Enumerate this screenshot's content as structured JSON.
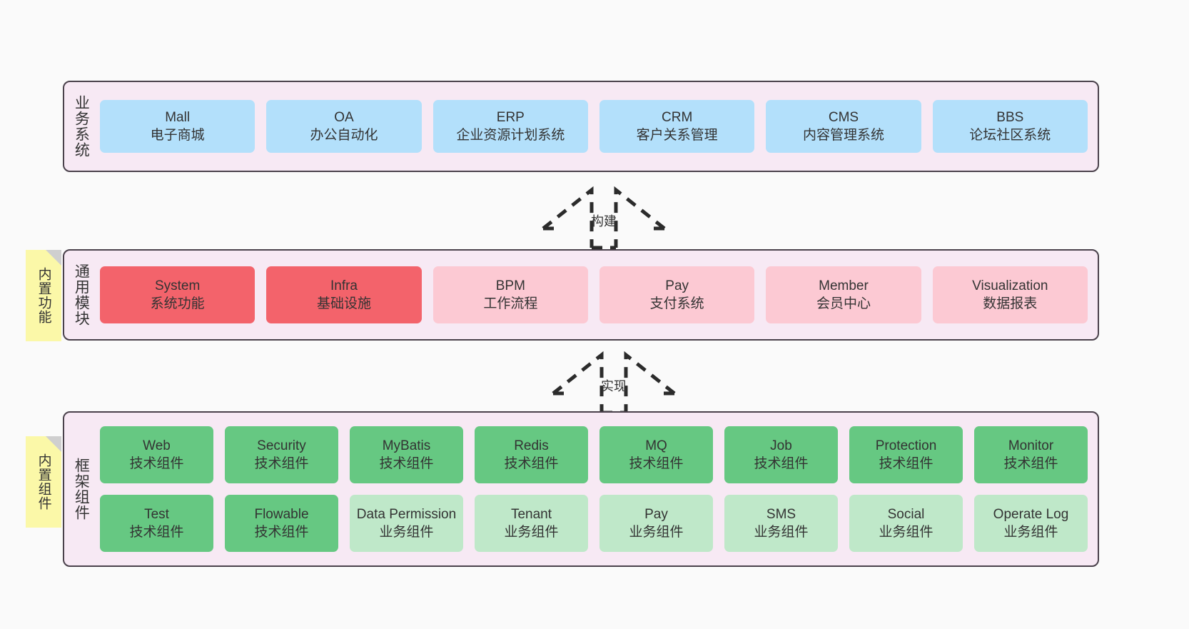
{
  "diagram": {
    "background_color": "#fafafa",
    "layer_fill": "#f7e9f4",
    "layer_border": "#4a414b",
    "note_color": "#fbf8a8"
  },
  "layers": [
    {
      "id": "business",
      "title": "业务系统",
      "tile_color": "#b3e0fb",
      "rows": [
        {
          "tiles": [
            {
              "name": "Mall",
              "sub": "电子商城",
              "style": "blue"
            },
            {
              "name": "OA",
              "sub": "办公自动化",
              "style": "blue"
            },
            {
              "name": "ERP",
              "sub": "企业资源计划系统",
              "style": "blue"
            },
            {
              "name": "CRM",
              "sub": "客户关系管理",
              "style": "blue"
            },
            {
              "name": "CMS",
              "sub": "内容管理系统",
              "style": "blue"
            },
            {
              "name": "BBS",
              "sub": "论坛社区系统",
              "style": "blue"
            }
          ]
        }
      ]
    },
    {
      "id": "common",
      "title": "通用模块",
      "note": "内置功能",
      "rows": [
        {
          "tiles": [
            {
              "name": "System",
              "sub": "系统功能",
              "style": "red"
            },
            {
              "name": "Infra",
              "sub": "基础设施",
              "style": "red"
            },
            {
              "name": "BPM",
              "sub": "工作流程",
              "style": "pink"
            },
            {
              "name": "Pay",
              "sub": "支付系统",
              "style": "pink"
            },
            {
              "name": "Member",
              "sub": "会员中心",
              "style": "pink"
            },
            {
              "name": "Visualization",
              "sub": "数据报表",
              "style": "pink"
            }
          ]
        }
      ]
    },
    {
      "id": "frame",
      "title": "框架组件",
      "note": "内置组件",
      "rows": [
        {
          "tiles": [
            {
              "name": "Web",
              "sub": "技术组件",
              "style": "green"
            },
            {
              "name": "Security",
              "sub": "技术组件",
              "style": "green"
            },
            {
              "name": "MyBatis",
              "sub": "技术组件",
              "style": "green"
            },
            {
              "name": "Redis",
              "sub": "技术组件",
              "style": "green"
            },
            {
              "name": "MQ",
              "sub": "技术组件",
              "style": "green"
            },
            {
              "name": "Job",
              "sub": "技术组件",
              "style": "green"
            },
            {
              "name": "Protection",
              "sub": "技术组件",
              "style": "green"
            },
            {
              "name": "Monitor",
              "sub": "技术组件",
              "style": "green"
            }
          ]
        },
        {
          "tiles": [
            {
              "name": "Test",
              "sub": "技术组件",
              "style": "green"
            },
            {
              "name": "Flowable",
              "sub": "技术组件",
              "style": "green"
            },
            {
              "name": "Data Permission",
              "sub": "业务组件",
              "style": "lightgreen"
            },
            {
              "name": "Tenant",
              "sub": "业务组件",
              "style": "lightgreen"
            },
            {
              "name": "Pay",
              "sub": "业务组件",
              "style": "lightgreen"
            },
            {
              "name": "SMS",
              "sub": "业务组件",
              "style": "lightgreen"
            },
            {
              "name": "Social",
              "sub": "业务组件",
              "style": "lightgreen"
            },
            {
              "name": "Operate Log",
              "sub": "业务组件",
              "style": "lightgreen"
            }
          ]
        }
      ]
    }
  ],
  "arrows": [
    {
      "id": "build",
      "label": "构建",
      "direction": "up"
    },
    {
      "id": "impl",
      "label": "实现",
      "direction": "up"
    }
  ]
}
